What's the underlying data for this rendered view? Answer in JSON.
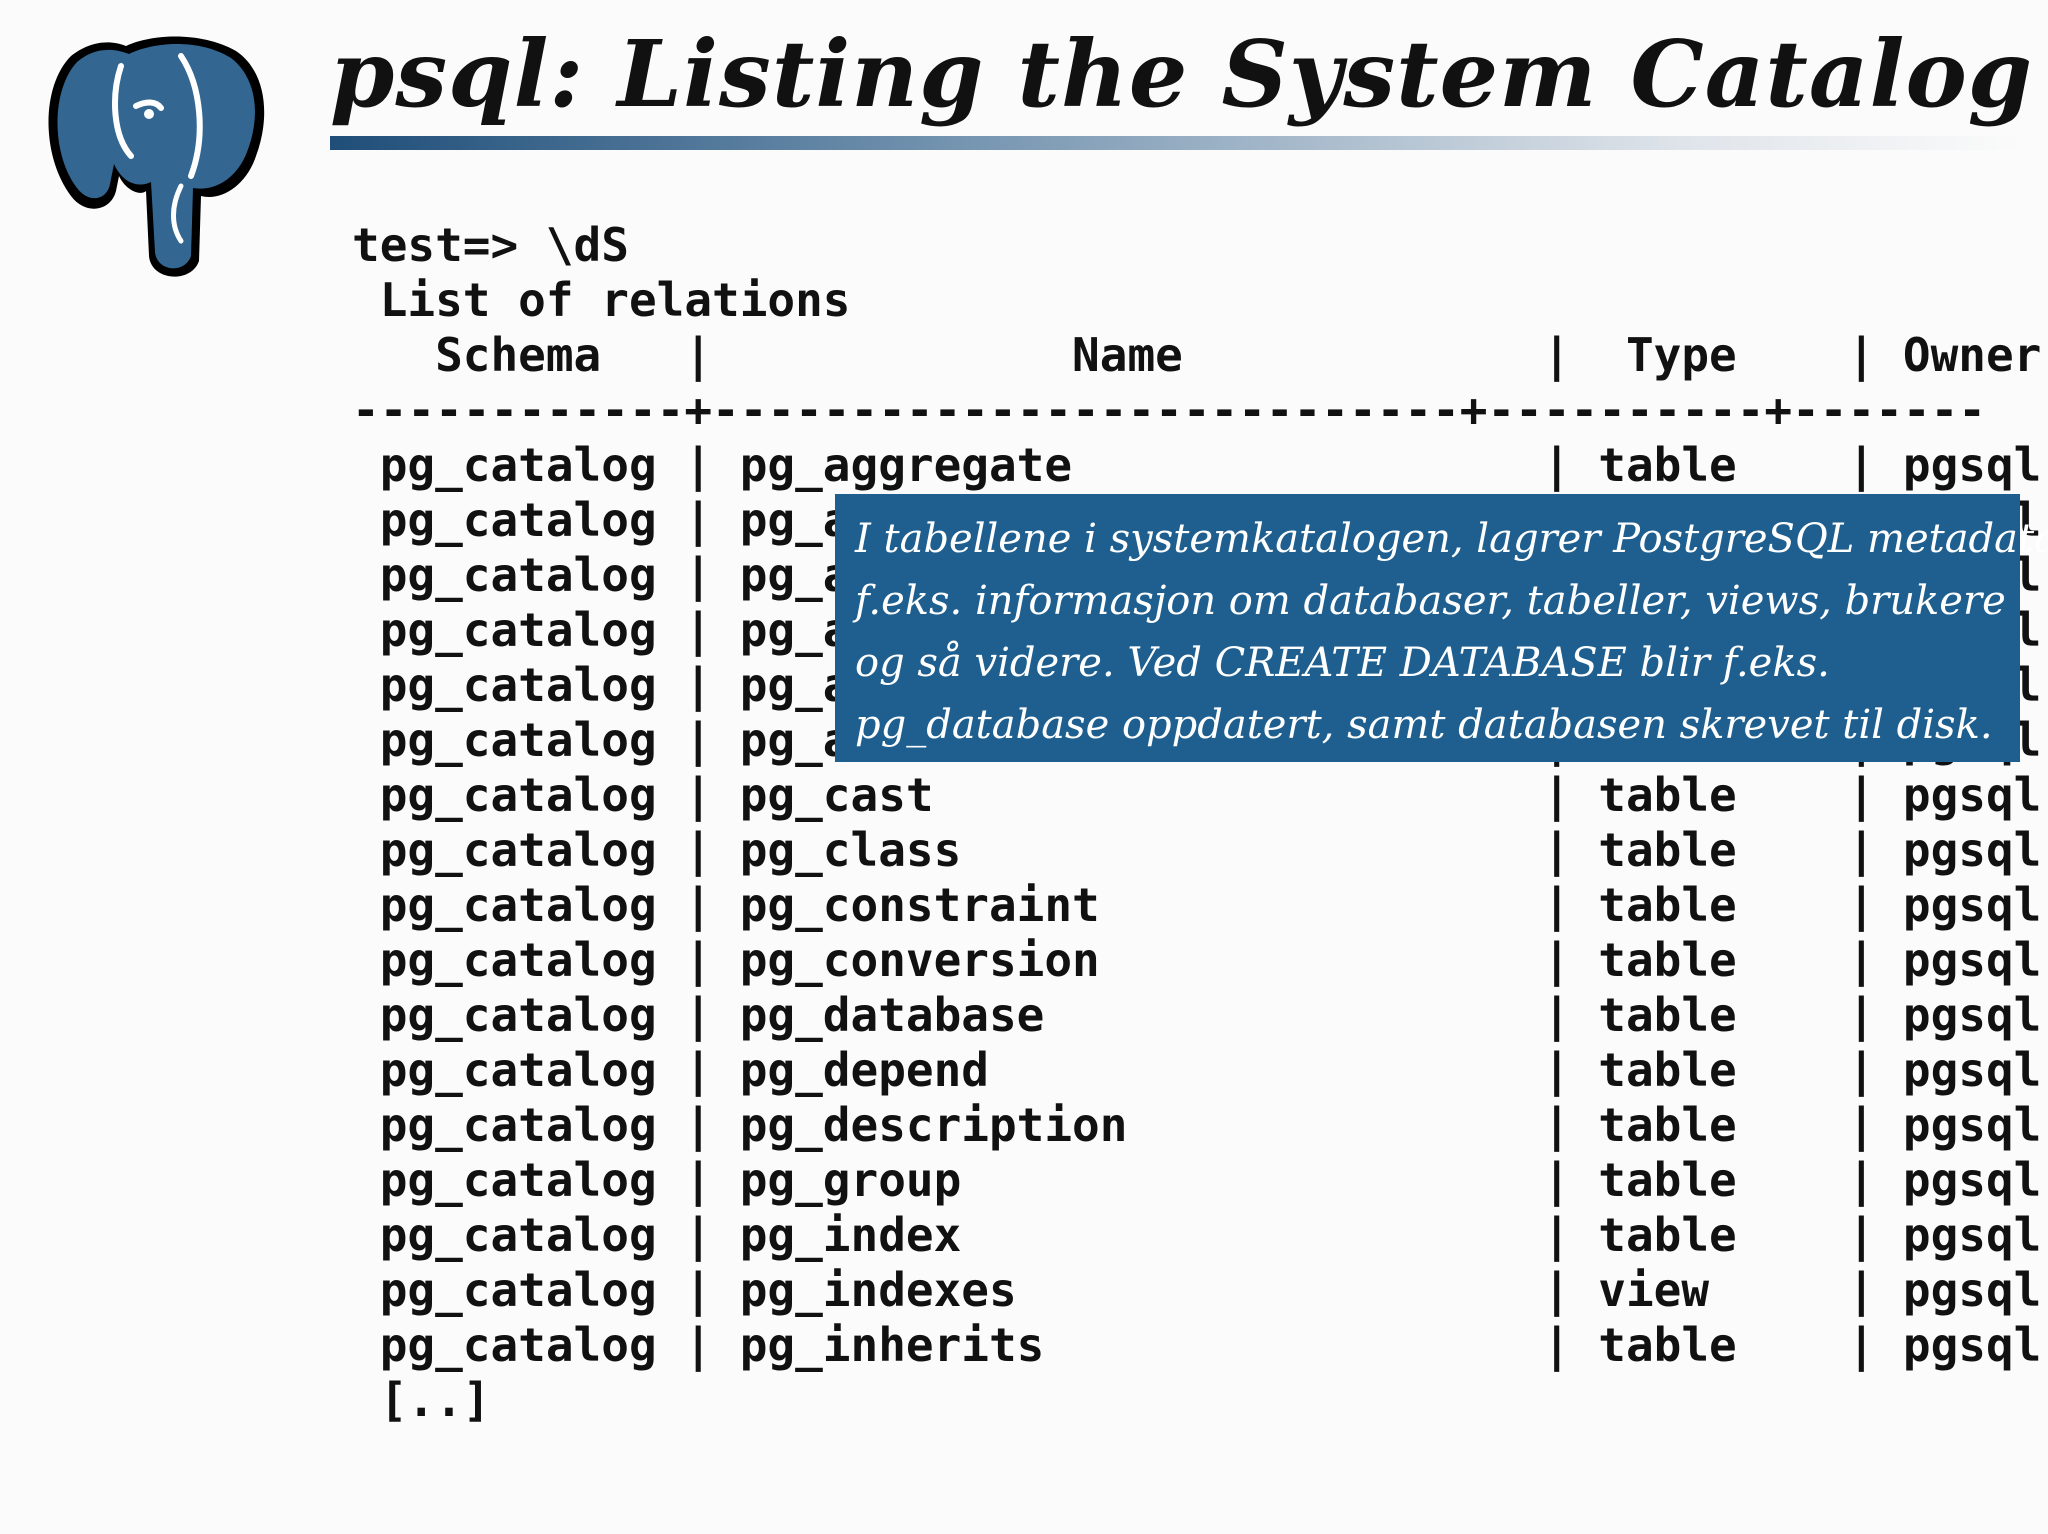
{
  "slide": {
    "title": "psql: Listing the System Catalog"
  },
  "terminal": {
    "lines": [
      "test=> \\dS",
      " List of relations",
      "   Schema   |             Name             |  Type    | Owner",
      "------------+---------------------------+----------+-------",
      " pg_catalog | pg_aggregate                 | table    | pgsql",
      " pg_catalog | pg_am                        | table    | pgsql",
      " pg_catalog | pg_amop                      | table    | pgsql",
      " pg_catalog | pg_amproc                    | table    | pgsql",
      " pg_catalog | pg_attrdef                   | table    | pgsql",
      " pg_catalog | pg_attribute                 | table    | pgsql",
      " pg_catalog | pg_cast                      | table    | pgsql",
      " pg_catalog | pg_class                     | table    | pgsql",
      " pg_catalog | pg_constraint                | table    | pgsql",
      " pg_catalog | pg_conversion                | table    | pgsql",
      " pg_catalog | pg_database                  | table    | pgsql",
      " pg_catalog | pg_depend                    | table    | pgsql",
      " pg_catalog | pg_description               | table    | pgsql",
      " pg_catalog | pg_group                     | table    | pgsql",
      " pg_catalog | pg_index                     | table    | pgsql",
      " pg_catalog | pg_indexes                   | view     | pgsql",
      " pg_catalog | pg_inherits                  | table    | pgsql",
      " [..]"
    ]
  },
  "callout": {
    "lines": [
      "I tabellene i systemkatalogen, lagrer PostgreSQL metadata;",
      "f.eks. informasjon om databaser, tabeller, views, brukere",
      "og så videre. Ved CREATE DATABASE blir f.eks.",
      "pg_database oppdatert, samt databasen skrevet til disk."
    ]
  },
  "colors": {
    "callout_bg": "#1e5f8f",
    "logo_blue": "#336791",
    "title_rule": "#1f4e79"
  },
  "icons": {
    "logo": "postgresql-elephant-icon"
  }
}
